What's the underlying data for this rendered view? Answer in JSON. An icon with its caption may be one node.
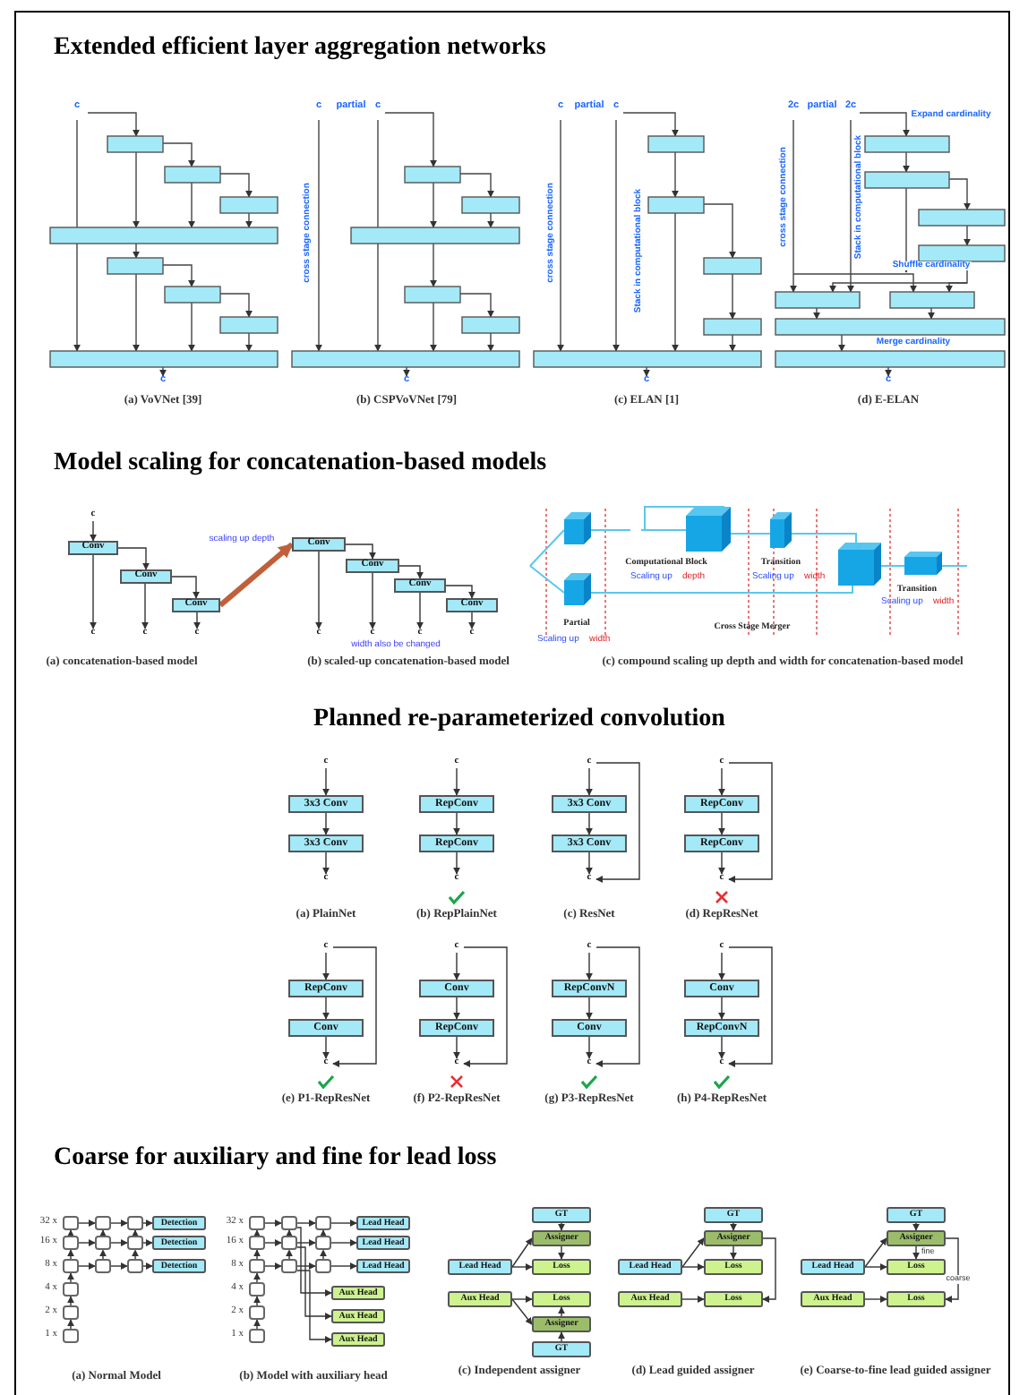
{
  "diagram": {
    "title": "Extended efficient layer aggregation networks",
    "nodes": [
      {
        "text": [
          "c"
        ]
      },
      {
        "text": [
          "Conv"
        ]
      },
      {
        "text": [
          "Conv"
        ]
      },
      {
        "text": [
          "Conv"
        ]
      },
      {
        "text": [
          "c"
        ]
      },
      {
        "text": [
          "c"
        ]
      },
      {
        "text": [
          "c"
        ]
      },
      {
        "text": [
          "Conv"
        ]
      },
      {
        "text": [
          "Conv"
        ]
      },
      {
        "text": [
          "Conv"
        ]
      },
      {
        "text": [
          "Conv"
        ]
      },
      {
        "text": [
          "c"
        ]
      },
      {
        "text": [
          "c"
        ]
      },
      {
        "text": [
          "c"
        ]
      },
      {
        "text": [
          "c"
        ]
      },
      {
        "text": [
          "c"
        ]
      },
      {
        "text": [
          "3x3 Conv"
        ]
      },
      {
        "text": [
          "3x3 Conv"
        ]
      },
      {
        "text": [
          "c"
        ]
      },
      {
        "text": [
          "c"
        ]
      },
      {
        "text": [
          "RepConv"
        ]
      },
      {
        "text": [
          "RepConv"
        ]
      },
      {
        "text": [
          "c"
        ]
      },
      {
        "text": [
          "c"
        ]
      },
      {
        "text": [
          "3x3 Conv"
        ]
      },
      {
        "text": [
          "3x3 Conv"
        ]
      },
      {
        "text": [
          "c"
        ]
      },
      {
        "text": [
          "c"
        ]
      },
      {
        "text": [
          "RepConv"
        ]
      },
      {
        "text": [
          "RepConv"
        ]
      },
      {
        "text": [
          "c"
        ]
      },
      {
        "text": [
          "c"
        ]
      },
      {
        "text": [
          "RepConv"
        ]
      },
      {
        "text": [
          "Conv"
        ]
      },
      {
        "text": [
          "c"
        ]
      },
      {
        "text": [
          "c"
        ]
      },
      {
        "text": [
          "Conv"
        ]
      },
      {
        "text": [
          "RepConv"
        ]
      },
      {
        "text": [
          "c"
        ]
      },
      {
        "text": [
          "c"
        ]
      },
      {
        "text": [
          "RepConvN"
        ]
      },
      {
        "text": [
          "Conv"
        ]
      },
      {
        "text": [
          "c"
        ]
      },
      {
        "text": [
          "c"
        ]
      },
      {
        "text": [
          "Conv"
        ]
      },
      {
        "text": [
          "RepConvN"
        ]
      },
      {
        "text": [
          "c"
        ]
      },
      {
        "text": [],
        "shape": "box"
      },
      {
        "text": [],
        "shape": "box"
      },
      {
        "text": [],
        "shape": "box"
      },
      {
        "text": [],
        "shape": "box"
      },
      {
        "text": [],
        "shape": "box"
      },
      {
        "text": [],
        "shape": "box"
      },
      {
        "text": [],
        "shape": "box"
      },
      {
        "text": [],
        "shape": "box"
      },
      {
        "text": [],
        "shape": "box"
      },
      {
        "text": [],
        "shape": "box"
      },
      {
        "text": [],
        "shape": "box"
      },
      {
        "text": [],
        "shape": "box"
      },
      {
        "text": [
          "Detection"
        ]
      },
      {
        "text": [
          "Detection"
        ]
      },
      {
        "text": [
          "Detection"
        ]
      },
      {
        "text": [],
        "shape": "box"
      },
      {
        "text": [],
        "shape": "box"
      },
      {
        "text": [],
        "shape": "box"
      },
      {
        "text": [],
        "shape": "box"
      },
      {
        "text": [],
        "shape": "box"
      },
      {
        "text": [],
        "shape": "box"
      },
      {
        "text": [],
        "shape": "box"
      },
      {
        "text": [],
        "shape": "box"
      },
      {
        "text": [],
        "shape": "box"
      },
      {
        "text": [],
        "shape": "box"
      },
      {
        "text": [],
        "shape": "box"
      },
      {
        "text": [],
        "shape": "box"
      },
      {
        "text": [
          "Lead Head"
        ]
      },
      {
        "text": [
          "Lead Head"
        ]
      },
      {
        "text": [
          "Lead Head"
        ]
      },
      {
        "text": [
          "Aux Head"
        ]
      },
      {
        "text": [
          "Aux Head"
        ]
      },
      {
        "text": [
          "Aux Head"
        ]
      },
      {
        "text": [
          "GT"
        ]
      },
      {
        "text": [
          "Assigner"
        ]
      },
      {
        "text": [
          "Lead Head"
        ]
      },
      {
        "text": [
          "Loss"
        ]
      },
      {
        "text": [
          "Aux Head"
        ]
      },
      {
        "text": [
          "Loss"
        ]
      },
      {
        "text": [
          "Assigner"
        ]
      },
      {
        "text": [
          "GT"
        ]
      },
      {
        "text": [
          "GT"
        ]
      },
      {
        "text": [
          "Assigner"
        ]
      },
      {
        "text": [
          "Lead Head"
        ]
      },
      {
        "text": [
          "Loss"
        ]
      },
      {
        "text": [
          "Aux Head"
        ]
      },
      {
        "text": [
          "Loss"
        ]
      },
      {
        "text": [
          "GT"
        ]
      },
      {
        "text": [
          "Assigner"
        ]
      },
      {
        "text": [
          "Lead Head"
        ]
      },
      {
        "text": [
          "Loss"
        ]
      },
      {
        "text": [
          "Aux Head"
        ]
      },
      {
        "text": [
          "Loss"
        ]
      }
    ],
    "edges": [
      {
        "from": 0,
        "to": 1,
        "arrow": "to"
      },
      {
        "from": 1,
        "to": 4,
        "arrow": "to"
      },
      {
        "from": 1,
        "to": 2,
        "arrow": "to"
      },
      {
        "from": 2,
        "to": 5,
        "arrow": "to"
      },
      {
        "from": 2,
        "to": 3,
        "arrow": "to"
      },
      {
        "from": 3,
        "to": 6,
        "arrow": "to"
      },
      {
        "from": 7,
        "to": 8,
        "arrow": "to"
      },
      {
        "from": 7,
        "to": 11,
        "arrow": "to"
      },
      {
        "from": 8,
        "to": 9,
        "arrow": "to"
      },
      {
        "from": 8,
        "to": 12,
        "arrow": "to"
      },
      {
        "from": 9,
        "to": 10,
        "arrow": "to"
      },
      {
        "from": 9,
        "to": 13,
        "arrow": "to"
      },
      {
        "from": 10,
        "to": 14,
        "arrow": "to"
      },
      {
        "from": 15,
        "to": 16,
        "arrow": "to"
      },
      {
        "from": 16,
        "to": 17,
        "arrow": "to"
      },
      {
        "from": 17,
        "to": 18,
        "arrow": "to"
      },
      {
        "from": 19,
        "to": 20,
        "arrow": "to"
      },
      {
        "from": 20,
        "to": 21,
        "arrow": "to"
      },
      {
        "from": 21,
        "to": 22,
        "arrow": "to"
      },
      {
        "from": 23,
        "to": 24,
        "arrow": "to"
      },
      {
        "from": 24,
        "to": 25,
        "arrow": "to"
      },
      {
        "from": 25,
        "to": 26,
        "arrow": "to"
      },
      {
        "from": 23,
        "to": 26,
        "arrow": "to"
      },
      {
        "from": 27,
        "to": 28,
        "arrow": "to"
      },
      {
        "from": 28,
        "to": 29,
        "arrow": "to"
      },
      {
        "from": 29,
        "to": 30,
        "arrow": "to"
      },
      {
        "from": 27,
        "to": 30,
        "arrow": "to"
      },
      {
        "from": 31,
        "to": 32,
        "arrow": "to"
      },
      {
        "from": 32,
        "to": 33,
        "arrow": "to"
      },
      {
        "from": 33,
        "to": 34,
        "arrow": "to"
      },
      {
        "from": 31,
        "to": 34,
        "arrow": "to"
      },
      {
        "from": 35,
        "to": 36,
        "arrow": "to"
      },
      {
        "from": 36,
        "to": 37,
        "arrow": "to"
      },
      {
        "from": 37,
        "to": 38,
        "arrow": "to"
      },
      {
        "from": 35,
        "to": 38,
        "arrow": "to"
      },
      {
        "from": 39,
        "to": 40,
        "arrow": "to"
      },
      {
        "from": 40,
        "to": 41,
        "arrow": "to"
      },
      {
        "from": 41,
        "to": 42,
        "arrow": "to"
      },
      {
        "from": 39,
        "to": 42,
        "arrow": "to"
      },
      {
        "from": 43,
        "to": 44,
        "arrow": "to"
      },
      {
        "from": 44,
        "to": 45,
        "arrow": "to"
      },
      {
        "from": 45,
        "to": 46,
        "arrow": "to"
      },
      {
        "from": 43,
        "to": 46,
        "arrow": "to"
      },
      {
        "from": 47,
        "to": 48,
        "arrow": "to"
      },
      {
        "from": 48,
        "to": 49,
        "arrow": "to"
      },
      {
        "from": 50,
        "to": 51,
        "arrow": "to"
      },
      {
        "from": 51,
        "to": 52,
        "arrow": "to"
      },
      {
        "from": 53,
        "to": 54,
        "arrow": "to"
      },
      {
        "from": 54,
        "to": 55,
        "arrow": "to"
      },
      {
        "from": 50,
        "to": 47,
        "arrow": "to"
      },
      {
        "from": 53,
        "to": 50,
        "arrow": "to"
      },
      {
        "from": 56,
        "to": 53,
        "arrow": "to"
      },
      {
        "from": 57,
        "to": 56,
        "arrow": "to"
      },
      {
        "from": 58,
        "to": 57,
        "arrow": "to"
      },
      {
        "from": 51,
        "to": 48,
        "arrow": "to",
        "style": "dashed"
      },
      {
        "from": 54,
        "to": 51,
        "arrow": "to",
        "style": "dashed"
      },
      {
        "from": 52,
        "to": 49,
        "arrow": "to",
        "style": "dashed"
      },
      {
        "from": 55,
        "to": 52,
        "arrow": "to",
        "style": "dashed"
      },
      {
        "from": 49,
        "to": 59,
        "arrow": "to"
      },
      {
        "from": 52,
        "to": 60,
        "arrow": "to"
      },
      {
        "from": 55,
        "to": 61,
        "arrow": "to"
      },
      {
        "from": 62,
        "to": 63,
        "arrow": "to"
      },
      {
        "from": 63,
        "to": 64,
        "arrow": "to"
      },
      {
        "from": 65,
        "to": 66,
        "arrow": "to"
      },
      {
        "from": 66,
        "to": 67,
        "arrow": "to"
      },
      {
        "from": 68,
        "to": 69,
        "arrow": "to"
      },
      {
        "from": 69,
        "to": 70,
        "arrow": "to"
      },
      {
        "from": 65,
        "to": 62,
        "arrow": "to"
      },
      {
        "from": 68,
        "to": 65,
        "arrow": "to"
      },
      {
        "from": 71,
        "to": 68,
        "arrow": "to"
      },
      {
        "from": 72,
        "to": 71,
        "arrow": "to"
      },
      {
        "from": 73,
        "to": 72,
        "arrow": "to"
      },
      {
        "from": 66,
        "to": 63,
        "arrow": "to",
        "style": "dashed"
      },
      {
        "from": 69,
        "to": 66,
        "arrow": "to",
        "style": "dashed"
      },
      {
        "from": 67,
        "to": 64,
        "arrow": "to",
        "style": "dashed"
      },
      {
        "from": 70,
        "to": 67,
        "arrow": "to",
        "style": "dashed"
      },
      {
        "from": 64,
        "to": 74,
        "arrow": "to"
      },
      {
        "from": 67,
        "to": 75,
        "arrow": "to"
      },
      {
        "from": 70,
        "to": 76,
        "arrow": "to"
      },
      {
        "from": 63,
        "to": 77,
        "arrow": "to"
      },
      {
        "from": 66,
        "to": 78,
        "arrow": "to"
      },
      {
        "from": 69,
        "to": 79,
        "arrow": "to"
      },
      {
        "from": 80,
        "to": 81,
        "arrow": "to"
      },
      {
        "from": 81,
        "to": 83,
        "arrow": "to"
      },
      {
        "from": 82,
        "to": 81,
        "arrow": "to"
      },
      {
        "from": 82,
        "to": 83,
        "arrow": "to"
      },
      {
        "from": 84,
        "to": 85,
        "arrow": "to"
      },
      {
        "from": 84,
        "to": 86,
        "arrow": "to"
      },
      {
        "from": 87,
        "to": 86,
        "arrow": "to"
      },
      {
        "from": 86,
        "to": 85,
        "arrow": "to"
      },
      {
        "from": 88,
        "to": 89,
        "arrow": "to"
      },
      {
        "from": 89,
        "to": 91,
        "arrow": "to"
      },
      {
        "from": 90,
        "to": 89,
        "arrow": "to"
      },
      {
        "from": 90,
        "to": 91,
        "arrow": "to"
      },
      {
        "from": 92,
        "to": 93,
        "arrow": "to"
      },
      {
        "from": 89,
        "to": 93,
        "arrow": "to"
      },
      {
        "from": 94,
        "to": 95,
        "arrow": "to"
      },
      {
        "from": 95,
        "to": 97,
        "label": "fine",
        "arrow": "to"
      },
      {
        "from": 96,
        "to": 95,
        "arrow": "to"
      },
      {
        "from": 96,
        "to": 97,
        "arrow": "to"
      },
      {
        "from": 98,
        "to": 99,
        "arrow": "to"
      },
      {
        "from": 95,
        "to": 99,
        "label": "coarse",
        "arrow": "to"
      },
      {
        "from": 3,
        "to": 7,
        "arrow": "to",
        "style": "thick",
        "color": "#c0603a"
      }
    ],
    "labels": [
      "c",
      "c",
      "(a) VoVNet [39]",
      "c",
      "partial",
      "c",
      "cross stage connection",
      "c",
      "(b) CSPVoVNet [79]",
      "c",
      "partial",
      "c",
      "cross stage connection",
      "Stack in computational block",
      "c",
      "(c) ELAN [1]",
      "2c",
      "partial",
      "2c",
      "Expand cardinality",
      "cross stage connection",
      "Stack in computational block",
      "Shuffle cardinality",
      "Merge cardinality",
      "c",
      "(d) E-ELAN",
      "Model scaling for concatenation-based models",
      "scaling up depth",
      "width also be changed",
      "Computational Block",
      "Transition",
      "Scaling up",
      "depth",
      "Scaling up",
      "width",
      "Transition",
      "Scaling up",
      "width",
      "Partial",
      "Cross Stage Merger",
      "Scaling up",
      "width",
      "(a) concatenation-based model",
      "(b) scaled-up concatenation-based model",
      "(c) compound scaling up depth and width for concatenation-based model",
      "Planned re-parameterized convolution",
      "(a) PlainNet",
      "(b) RepPlainNet",
      "(c) ResNet",
      "(d) RepResNet",
      "(e) P1-RepResNet",
      "(f) P2-RepResNet",
      "(g) P3-RepResNet",
      "(h) P4-RepResNet",
      "Coarse for auxiliary and fine for lead loss",
      "32 x",
      "16 x",
      "8 x",
      "4 x",
      "2 x",
      "1 x",
      "32 x",
      "16 x",
      "8 x",
      "4 x",
      "2 x",
      "1 x",
      "(a) Normal Model",
      "(b) Model with auxiliary head",
      "(c) Independent assigner",
      "(d) Lead guided assigner",
      "(e) Coarse-to-fine lead guided assigner"
    ]
  }
}
